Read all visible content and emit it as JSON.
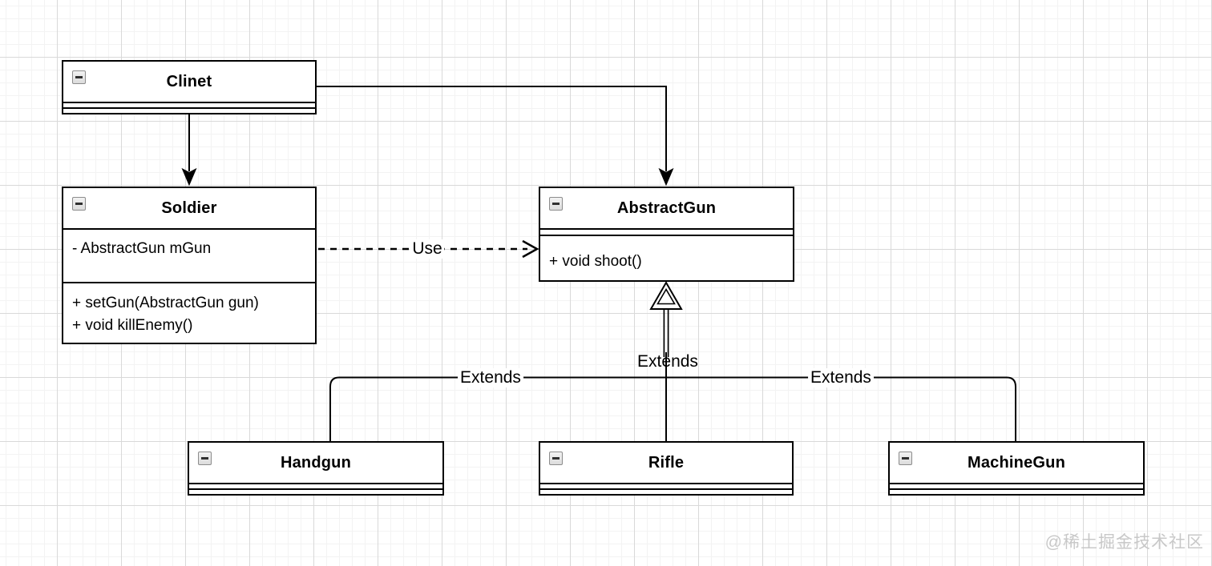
{
  "diagram": {
    "type": "uml-class-diagram",
    "classes": [
      {
        "name": "Clinet",
        "attributes": [],
        "methods": []
      },
      {
        "name": "Soldier",
        "attributes": [
          "- AbstractGun mGun"
        ],
        "methods": [
          "+ setGun(AbstractGun gun)",
          "+ void killEnemy()"
        ]
      },
      {
        "name": "AbstractGun",
        "attributes": [],
        "methods": [
          "+ void shoot()"
        ]
      },
      {
        "name": "Handgun",
        "attributes": [],
        "methods": []
      },
      {
        "name": "Rifle",
        "attributes": [],
        "methods": []
      },
      {
        "name": "MachineGun",
        "attributes": [],
        "methods": []
      }
    ],
    "relationships": [
      {
        "from": "Clinet",
        "to": "Soldier",
        "type": "directed-association",
        "label": ""
      },
      {
        "from": "Clinet",
        "to": "AbstractGun",
        "type": "directed-association",
        "label": ""
      },
      {
        "from": "Soldier",
        "to": "AbstractGun",
        "type": "dependency-dashed",
        "label": "Use"
      },
      {
        "from": "Handgun",
        "to": "AbstractGun",
        "type": "generalization",
        "label": "Extends"
      },
      {
        "from": "Rifle",
        "to": "AbstractGun",
        "type": "generalization",
        "label": "Extends"
      },
      {
        "from": "MachineGun",
        "to": "AbstractGun",
        "type": "generalization",
        "label": "Extends"
      }
    ],
    "labels": {
      "use": "Use",
      "extends_handgun": "Extends",
      "extends_rifle": "Extends",
      "extends_machinegun": "Extends"
    },
    "watermark": "@稀土掘金技术社区",
    "colors": {
      "line": "#000000",
      "box_fill": "#ffffff",
      "grid_minor": "#f3f3f3",
      "grid_major": "#d9d9d9",
      "watermark": "#c8c8c8",
      "collapse_icon_bg": "#e9e9e9"
    }
  }
}
